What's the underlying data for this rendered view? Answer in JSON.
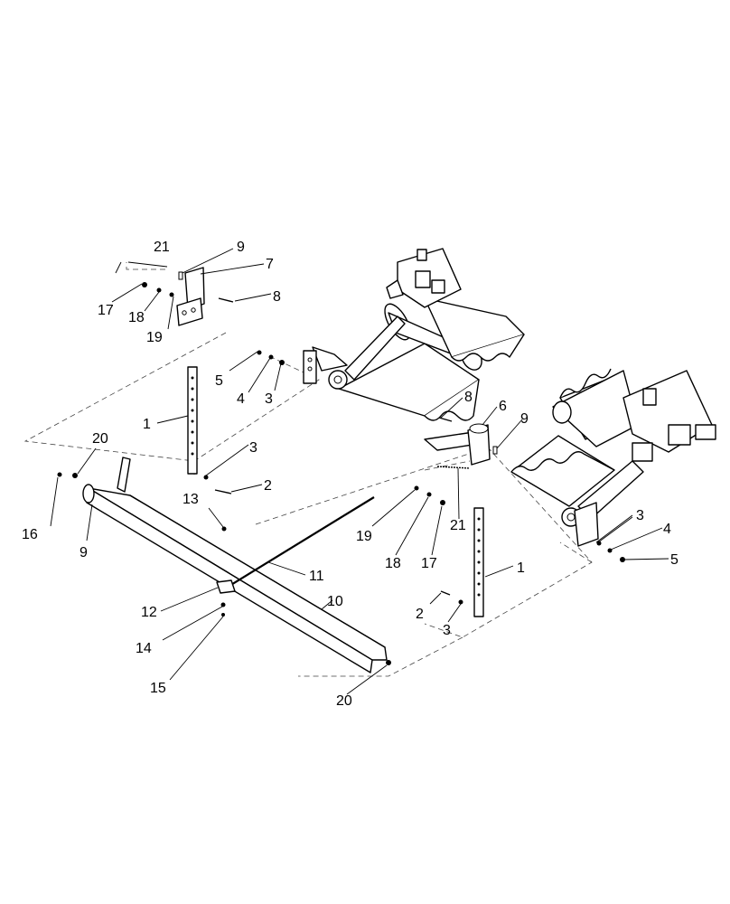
{
  "callouts": [
    {
      "label": "21"
    },
    {
      "label": "9"
    },
    {
      "label": "7"
    },
    {
      "label": "8"
    },
    {
      "label": "17"
    },
    {
      "label": "18"
    },
    {
      "label": "19"
    },
    {
      "label": "5"
    },
    {
      "label": "4"
    },
    {
      "label": "3"
    },
    {
      "label": "1"
    },
    {
      "label": "3"
    },
    {
      "label": "2"
    },
    {
      "label": "20"
    },
    {
      "label": "16"
    },
    {
      "label": "9"
    },
    {
      "label": "13"
    },
    {
      "label": "11"
    },
    {
      "label": "12"
    },
    {
      "label": "10"
    },
    {
      "label": "14"
    },
    {
      "label": "15"
    },
    {
      "label": "20"
    },
    {
      "label": "8"
    },
    {
      "label": "6"
    },
    {
      "label": "9"
    },
    {
      "label": "19"
    },
    {
      "label": "18"
    },
    {
      "label": "17"
    },
    {
      "label": "21"
    },
    {
      "label": "1"
    },
    {
      "label": "2"
    },
    {
      "label": "3"
    },
    {
      "label": "3"
    },
    {
      "label": "4"
    },
    {
      "label": "5"
    }
  ]
}
